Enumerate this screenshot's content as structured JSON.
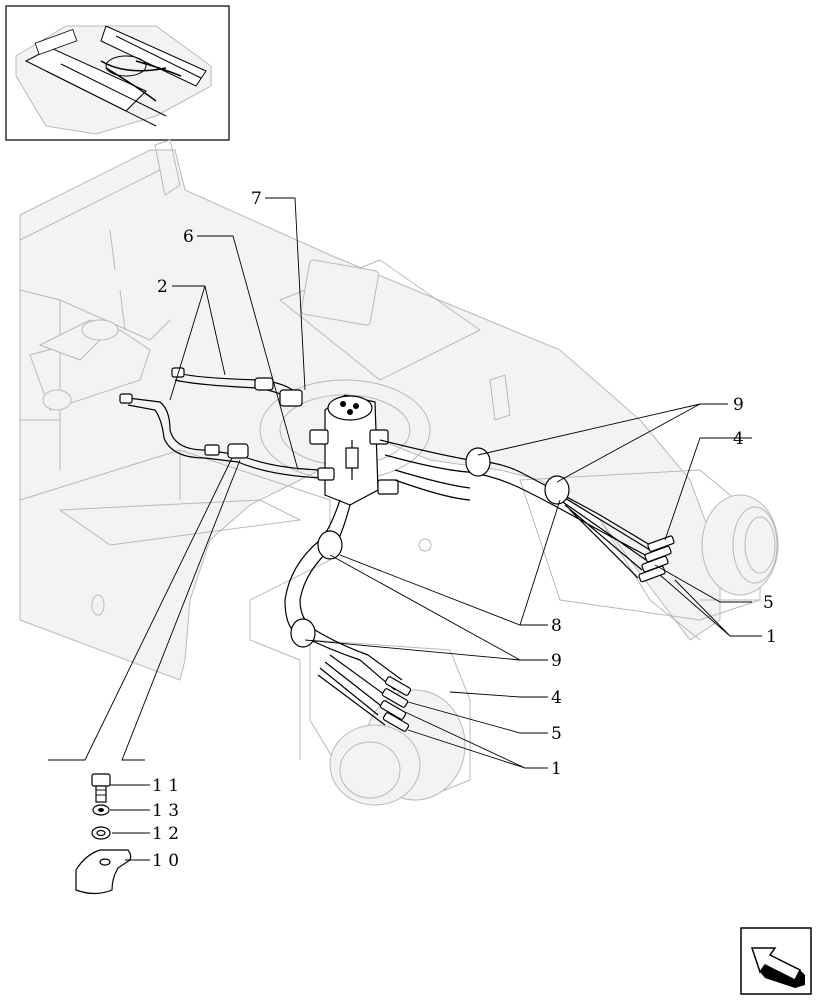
{
  "callouts": [
    {
      "id": "c1a",
      "label": "1"
    },
    {
      "id": "c1b",
      "label": "1"
    },
    {
      "id": "c2",
      "label": "2"
    },
    {
      "id": "c4a",
      "label": "4"
    },
    {
      "id": "c4b",
      "label": "4"
    },
    {
      "id": "c5a",
      "label": "5"
    },
    {
      "id": "c5b",
      "label": "5"
    },
    {
      "id": "c6",
      "label": "6"
    },
    {
      "id": "c7",
      "label": "7"
    },
    {
      "id": "c8",
      "label": "8"
    },
    {
      "id": "c9a",
      "label": "9"
    },
    {
      "id": "c9b",
      "label": "9"
    }
  ],
  "detail_parts": [
    {
      "id": "p11",
      "label": "1 1"
    },
    {
      "id": "p13",
      "label": "1 3"
    },
    {
      "id": "p12",
      "label": "1 2"
    },
    {
      "id": "p10",
      "label": "1 0"
    }
  ],
  "icons": {
    "thumbnail": "machine-overview-thumbnail",
    "nav": "return-arrow-icon"
  }
}
